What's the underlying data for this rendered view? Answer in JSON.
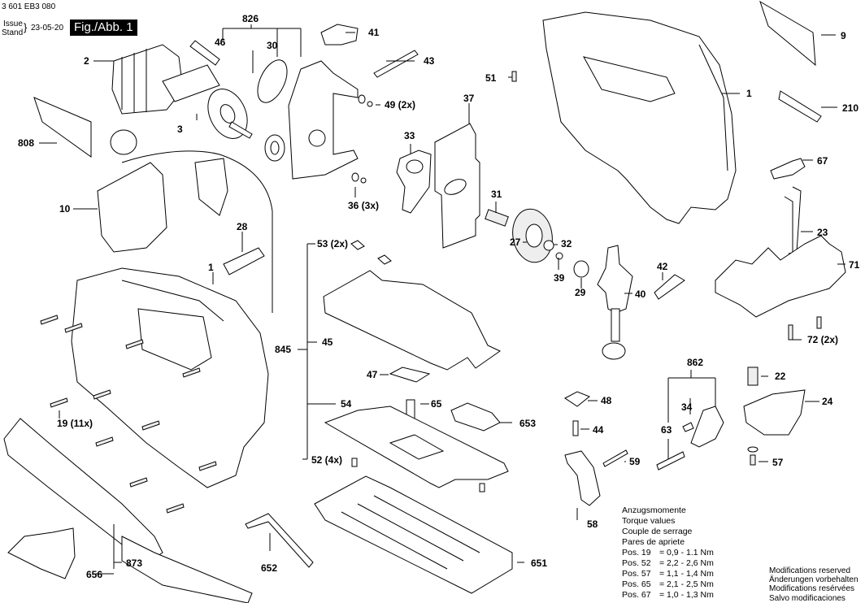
{
  "header": {
    "doc_number": "3 601 EB3 080",
    "issue_label": "Issue",
    "stand_label": "Stand",
    "date": "23-05-20",
    "figure": "Fig./Abb. 1"
  },
  "parts": [
    {
      "id": "826",
      "label": "826"
    },
    {
      "id": "46",
      "label": "46"
    },
    {
      "id": "30",
      "label": "30"
    },
    {
      "id": "41",
      "label": "41"
    },
    {
      "id": "43",
      "label": "43"
    },
    {
      "id": "51",
      "label": "51"
    },
    {
      "id": "49",
      "label": "49 (2x)"
    },
    {
      "id": "2",
      "label": "2"
    },
    {
      "id": "3",
      "label": "3"
    },
    {
      "id": "808",
      "label": "808"
    },
    {
      "id": "10",
      "label": "10"
    },
    {
      "id": "28",
      "label": "28"
    },
    {
      "id": "37",
      "label": "37"
    },
    {
      "id": "33",
      "label": "33"
    },
    {
      "id": "36",
      "label": "36 (3x)"
    },
    {
      "id": "31",
      "label": "31"
    },
    {
      "id": "27",
      "label": "27"
    },
    {
      "id": "32",
      "label": "32"
    },
    {
      "id": "39",
      "label": "39"
    },
    {
      "id": "29",
      "label": "29"
    },
    {
      "id": "40",
      "label": "40"
    },
    {
      "id": "42",
      "label": "42"
    },
    {
      "id": "1a",
      "label": "1"
    },
    {
      "id": "1b",
      "label": "1"
    },
    {
      "id": "9",
      "label": "9"
    },
    {
      "id": "210",
      "label": "210"
    },
    {
      "id": "67",
      "label": "67"
    },
    {
      "id": "23",
      "label": "23"
    },
    {
      "id": "71",
      "label": "71"
    },
    {
      "id": "72",
      "label": "72 (2x)"
    },
    {
      "id": "53",
      "label": "53 (2x)"
    },
    {
      "id": "845",
      "label": "845"
    },
    {
      "id": "45",
      "label": "45"
    },
    {
      "id": "47",
      "label": "47"
    },
    {
      "id": "54",
      "label": "54"
    },
    {
      "id": "65",
      "label": "65"
    },
    {
      "id": "653",
      "label": "653"
    },
    {
      "id": "52",
      "label": "52 (4x)"
    },
    {
      "id": "19",
      "label": "19 (11x)"
    },
    {
      "id": "48",
      "label": "48"
    },
    {
      "id": "44",
      "label": "44"
    },
    {
      "id": "59",
      "label": "59"
    },
    {
      "id": "58",
      "label": "58"
    },
    {
      "id": "862",
      "label": "862"
    },
    {
      "id": "34",
      "label": "34"
    },
    {
      "id": "63",
      "label": "63"
    },
    {
      "id": "22",
      "label": "22"
    },
    {
      "id": "24",
      "label": "24"
    },
    {
      "id": "57",
      "label": "57"
    },
    {
      "id": "651",
      "label": "651"
    },
    {
      "id": "652",
      "label": "652"
    },
    {
      "id": "873",
      "label": "873"
    },
    {
      "id": "656",
      "label": "656"
    }
  ],
  "torque": {
    "titles": [
      "Anzugsmomente",
      "Torque values",
      "Couple de serrage",
      "Pares de apriete"
    ],
    "rows": [
      {
        "pos": "Pos. 19",
        "value": "= 0,9 - 1.1 Nm"
      },
      {
        "pos": "Pos. 52",
        "value": "= 2,2 - 2,6 Nm"
      },
      {
        "pos": "Pos. 57",
        "value": "= 1,1 - 1,4 Nm"
      },
      {
        "pos": "Pos. 65",
        "value": "= 2,1 - 2,5 Nm"
      },
      {
        "pos": "Pos. 67",
        "value": "= 1,0 - 1,3 Nm"
      }
    ]
  },
  "modifications": [
    "Modifications reserved",
    "Änderungen vorbehalten",
    "Modifications resérvées",
    "Salvo modificaciones"
  ]
}
